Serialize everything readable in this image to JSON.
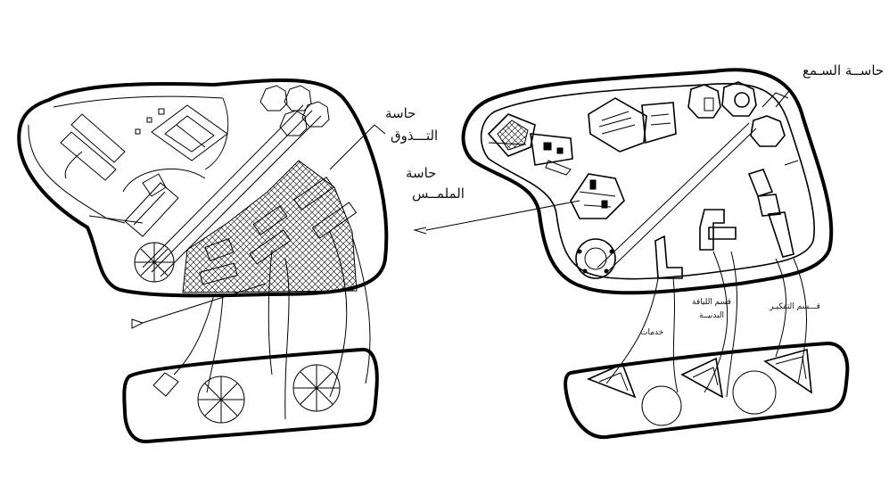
{
  "labels": {
    "taste_1": "حاسة",
    "taste_2": "التـــذوق",
    "touch_1": "حاسة",
    "touch_2": "الملمــس",
    "hearing": "حاســة السـمع",
    "thinking": "قـــسم التفكيـر",
    "fitness_1": "قسم اللياقة",
    "fitness_2": "البدنيــة",
    "services": "خدمات"
  },
  "colors": {
    "ink": "#000000",
    "paper": "#ffffff"
  }
}
